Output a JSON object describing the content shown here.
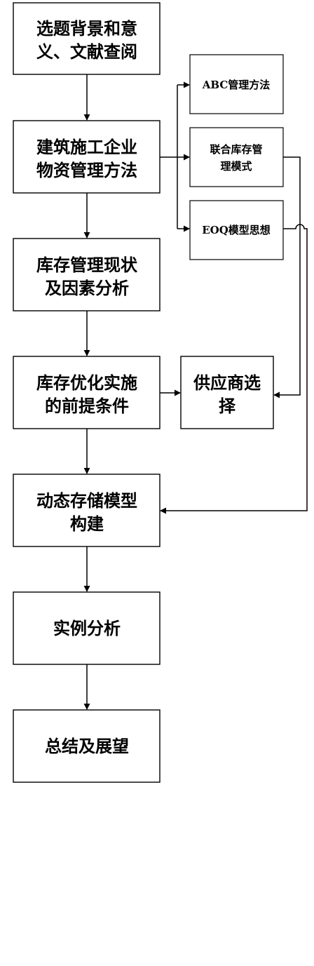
{
  "main_steps": [
    {
      "lines": [
        "选题背景和意",
        "义、文献查阅"
      ]
    },
    {
      "lines": [
        "建筑施工企业",
        "物资管理方法"
      ]
    },
    {
      "lines": [
        "库存管理现状",
        "及因素分析"
      ]
    },
    {
      "lines": [
        "库存优化实施",
        "的前提条件"
      ]
    },
    {
      "lines": [
        "动态存储模型",
        "构建"
      ]
    },
    {
      "lines": [
        "实例分析"
      ]
    },
    {
      "lines": [
        "总结及展望"
      ]
    }
  ],
  "methods": [
    {
      "lines": [
        "ABC管理方法"
      ]
    },
    {
      "lines": [
        "联合库存管",
        "理模式"
      ]
    },
    {
      "lines": [
        "EOQ模型思想"
      ]
    }
  ],
  "supplier": {
    "lines": [
      "供应商选",
      "择"
    ]
  }
}
